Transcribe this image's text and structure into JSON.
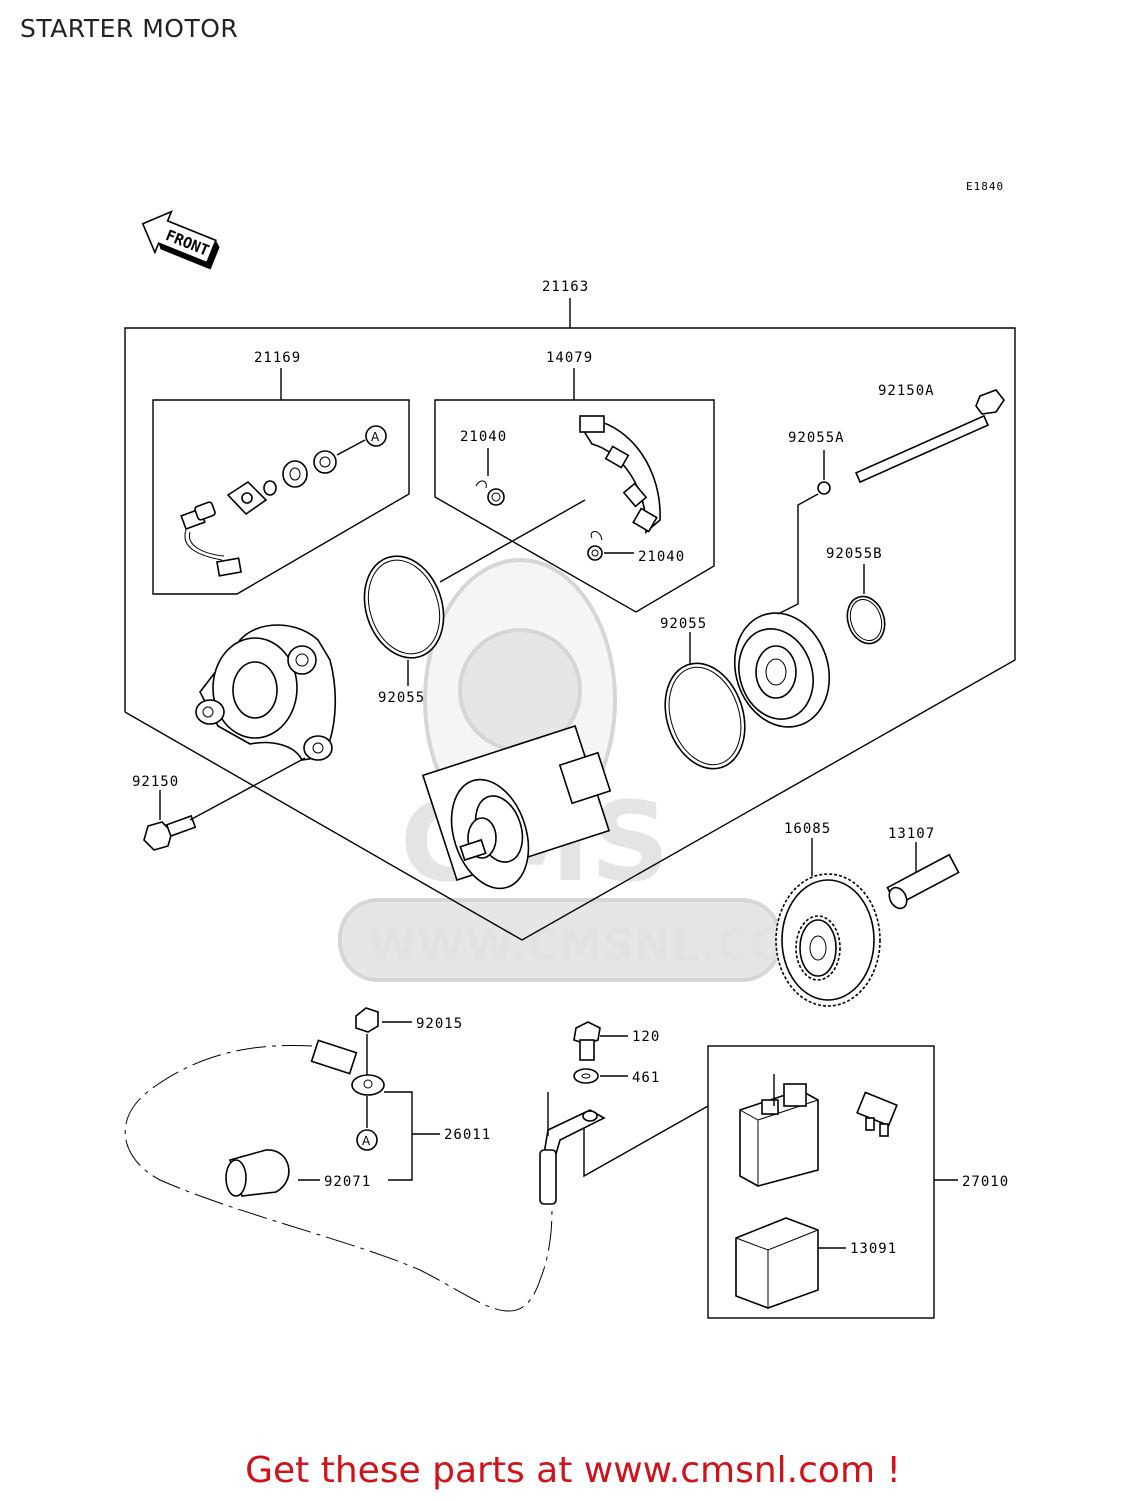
{
  "title": "STARTER MOTOR",
  "diagram_code": "E1840",
  "front_label": "FRONT",
  "watermark": {
    "url": "WWW.CMSNL.COM",
    "logo": "CMS"
  },
  "ref_marker": "A",
  "part_numbers": {
    "p21163": "21163",
    "p21169": "21169",
    "p14079": "14079",
    "p21040a": "21040",
    "p21040b": "21040",
    "p92150A": "92150A",
    "p92055A": "92055A",
    "p92055B": "92055B",
    "p92055a": "92055",
    "p92055b": "92055",
    "p92150": "92150",
    "p16085": "16085",
    "p13107": "13107",
    "p92015": "92015",
    "p120": "120",
    "p461": "461",
    "p26011": "26011",
    "p92071": "92071",
    "p27010": "27010",
    "p13091": "13091"
  },
  "footer": "Get these parts at www.cmsnl.com !"
}
